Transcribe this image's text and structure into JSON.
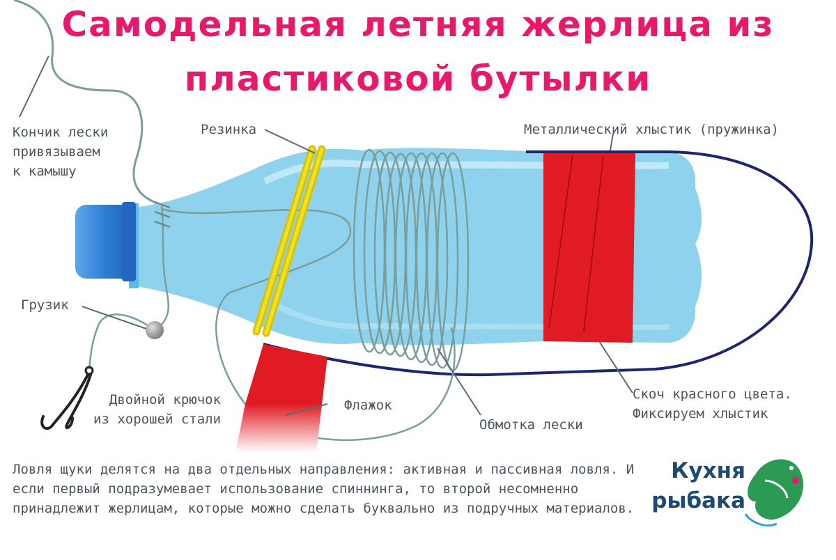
{
  "title": {
    "line1": "Самодельная летняя жерлица из",
    "line2": "пластиковой бутылки"
  },
  "labels": {
    "line_tip": "Кончик лески\nпривязываем\nк камышу",
    "rubber_band": "Резинка",
    "metal_whip": "Металлический хлыстик (пружинка)",
    "sinker": "Грузик",
    "hook": "Двойной крючок\nиз хорошей стали",
    "flag": "Флажок",
    "line_winding": "Обмотка лески",
    "red_tape": "Скоч красного цвета.\nФиксируем хлыстик"
  },
  "description": "Ловля щуки делятся на два отдельных направления: активная и пассивная ловля. И если первый подразумевает использование спиннинга, то второй несомненно принадлежит жерлицам, которые можно сделать буквально из подручных материалов.",
  "logo": {
    "line1": "Кухня",
    "line2": "рыбака"
  },
  "colors": {
    "title": "#e8196a",
    "text": "#4a5560",
    "bottle": "#8fd2ee",
    "cap": "#2f7fd6",
    "tape_red": "#e01b24",
    "rubber_band": "#f2e21b",
    "whip": "#1f2470",
    "fishing_line": "#7a9e9a",
    "logo_text": "#1c4a70",
    "logo_fish": "#2b9a55"
  }
}
